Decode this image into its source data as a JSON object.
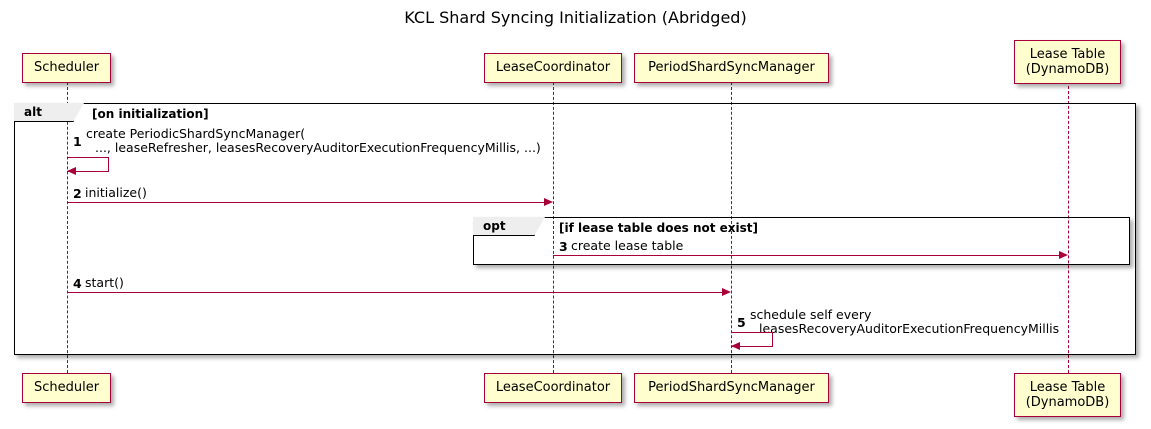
{
  "diagram": {
    "title": "KCL Shard Syncing Initialization (Abridged)",
    "type": "sequence-diagram",
    "colors": {
      "participant_fill": "#FEFECE",
      "participant_border": "#A80036",
      "lifeline": "#A80036",
      "arrow": "#A80036",
      "frame_border": "#000000",
      "frame_tab_fill": "#EEEEEE"
    }
  },
  "participants": [
    {
      "id": "scheduler",
      "label": "Scheduler",
      "lines": [
        "Scheduler"
      ]
    },
    {
      "id": "lease_coordinator",
      "label": "LeaseCoordinator",
      "lines": [
        "LeaseCoordinator"
      ]
    },
    {
      "id": "period_shard_sync_manager",
      "label": "PeriodShardSyncManager",
      "lines": [
        "PeriodShardSyncManager"
      ]
    },
    {
      "id": "lease_table",
      "label": "Lease Table (DynamoDB)",
      "lines": [
        "Lease Table",
        "(DynamoDB)"
      ]
    }
  ],
  "frames": [
    {
      "id": "alt-frame",
      "kind": "alt",
      "condition": "[on initialization]"
    },
    {
      "id": "opt-frame",
      "kind": "opt",
      "condition": "[if lease table does not exist]"
    }
  ],
  "messages": [
    {
      "num": "1",
      "from": "scheduler",
      "to": "scheduler",
      "self": true,
      "lines": [
        "create PeriodicShardSyncManager(",
        "..., leaseRefresher, leasesRecoveryAuditorExecutionFrequencyMillis, ...)"
      ]
    },
    {
      "num": "2",
      "from": "scheduler",
      "to": "lease_coordinator",
      "self": false,
      "lines": [
        "initialize()"
      ]
    },
    {
      "num": "3",
      "from": "lease_coordinator",
      "to": "lease_table",
      "self": false,
      "lines": [
        "create lease table"
      ]
    },
    {
      "num": "4",
      "from": "scheduler",
      "to": "period_shard_sync_manager",
      "self": false,
      "lines": [
        "start()"
      ]
    },
    {
      "num": "5",
      "from": "period_shard_sync_manager",
      "to": "period_shard_sync_manager",
      "self": true,
      "lines": [
        "schedule self every",
        "leasesRecoveryAuditorExecutionFrequencyMillis"
      ]
    }
  ]
}
